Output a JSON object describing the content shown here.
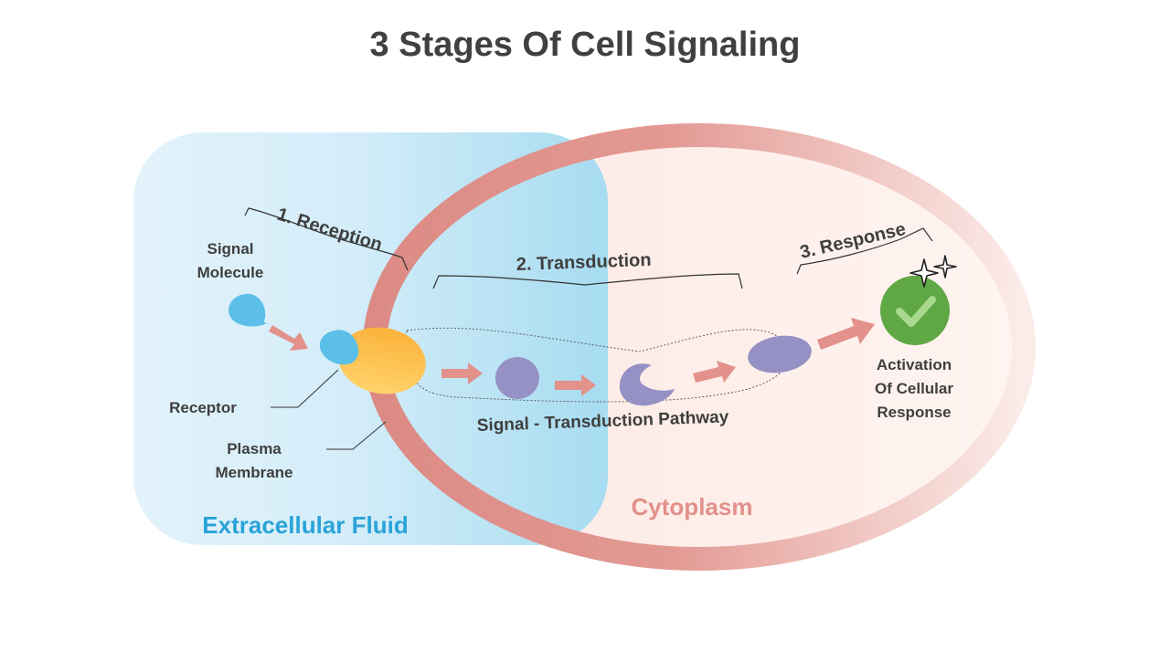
{
  "title": "3 Stages Of Cell Signaling",
  "regions": {
    "extracellular": "Extracellular Fluid",
    "cytoplasm": "Cytoplasm"
  },
  "stages": {
    "reception": "1. Reception",
    "transduction": "2. Transduction",
    "response": "3. Response"
  },
  "labels": {
    "signal_molecule": [
      "Signal",
      "Molecule"
    ],
    "receptor": "Receptor",
    "plasma_membrane": [
      "Plasma",
      "Membrane"
    ],
    "pathway": "Signal - Transduction Pathway",
    "activation": [
      "Activation",
      "Of Cellular",
      "Response"
    ]
  },
  "colors": {
    "extracellular_text": "#29a3d8",
    "cytoplasm_text": "#e3908a",
    "membrane": "#e0928c",
    "relay_molecule": "#9591c4",
    "arrow": "#e3918b",
    "signal_molecule": "#5bbfe8",
    "receptor": "#f7a71c",
    "check": "#5fa845"
  },
  "icons": [
    "check-icon",
    "sparkle-icon"
  ]
}
